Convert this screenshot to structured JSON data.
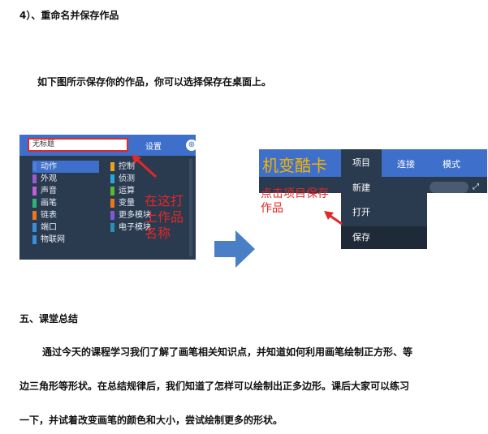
{
  "heading_step4": "4）、重命名并保存作品",
  "intro_text": "如下图所示保存你的作品，你可以选择保存在桌面上。",
  "left_screenshot": {
    "title_input_value": "无标题",
    "settings_label": "设置",
    "categories_left": [
      {
        "label": "动作",
        "color": "#4c7fe0"
      },
      {
        "label": "外观",
        "color": "#9b59d6"
      },
      {
        "label": "声音",
        "color": "#c15fd6"
      },
      {
        "label": "画笔",
        "color": "#2fb37a"
      },
      {
        "label": "链表",
        "color": "#e8771e"
      },
      {
        "label": "端口",
        "color": "#3a8fd8"
      },
      {
        "label": "物联网",
        "color": "#3a8fd8"
      }
    ],
    "categories_right": [
      {
        "label": "控制",
        "color": "#e8a21e"
      },
      {
        "label": "侦测",
        "color": "#28a8d8"
      },
      {
        "label": "运算",
        "color": "#5cb82e"
      },
      {
        "label": "变量",
        "color": "#e8771e"
      },
      {
        "label": "更多模块",
        "color": "#7a5ad6"
      },
      {
        "label": "电子模块",
        "color": "#2a8fb8"
      }
    ],
    "annotation_lines": [
      "在这打",
      "上作品",
      "名称"
    ]
  },
  "right_screenshot": {
    "brand": "机变酷卡",
    "menu_project": "项目",
    "menu_connect": "连接",
    "menu_mode": "模式",
    "dropdown": [
      "新建",
      "打开",
      "保存"
    ],
    "annotation_lines": [
      "点击项目保存",
      "作品"
    ]
  },
  "heading_section5": "五、课堂总结",
  "summary_lines": [
    "通过今天的课程学习我们了解了画笔相关知识点，并知道如何利用画笔绘制正方形、等",
    "边三角形等形状。在总结规律后，我们知道了怎样可以绘制出正多边形。课后大家可以练习",
    "一下，并试着改变画笔的颜色和大小，尝试绘制更多的形状。"
  ]
}
